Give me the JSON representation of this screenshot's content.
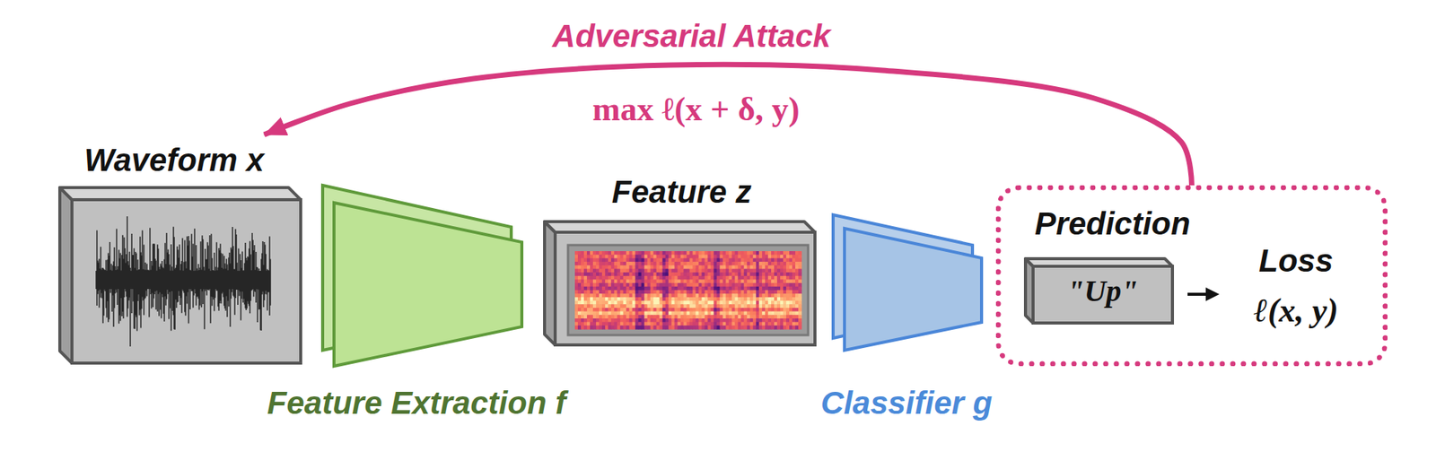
{
  "diagram": {
    "nodes": [
      {
        "text": [
          "Waveform x"
        ]
      },
      {
        "text": [
          "Feature Extraction f"
        ]
      },
      {
        "text": [
          "Feature z"
        ]
      },
      {
        "text": [
          "Classifier g"
        ]
      },
      {
        "text": [
          "Loss",
          "ℓ(x, y)"
        ]
      },
      {
        "text": [
          "Prediction",
          "\"Up\""
        ],
        "in": 4
      }
    ],
    "edges": [
      {
        "from": 4,
        "to": 0,
        "arrow": "to",
        "label": "Adversarial Attack"
      }
    ],
    "labels": [
      "max ℓ(x + δ, y)"
    ]
  }
}
